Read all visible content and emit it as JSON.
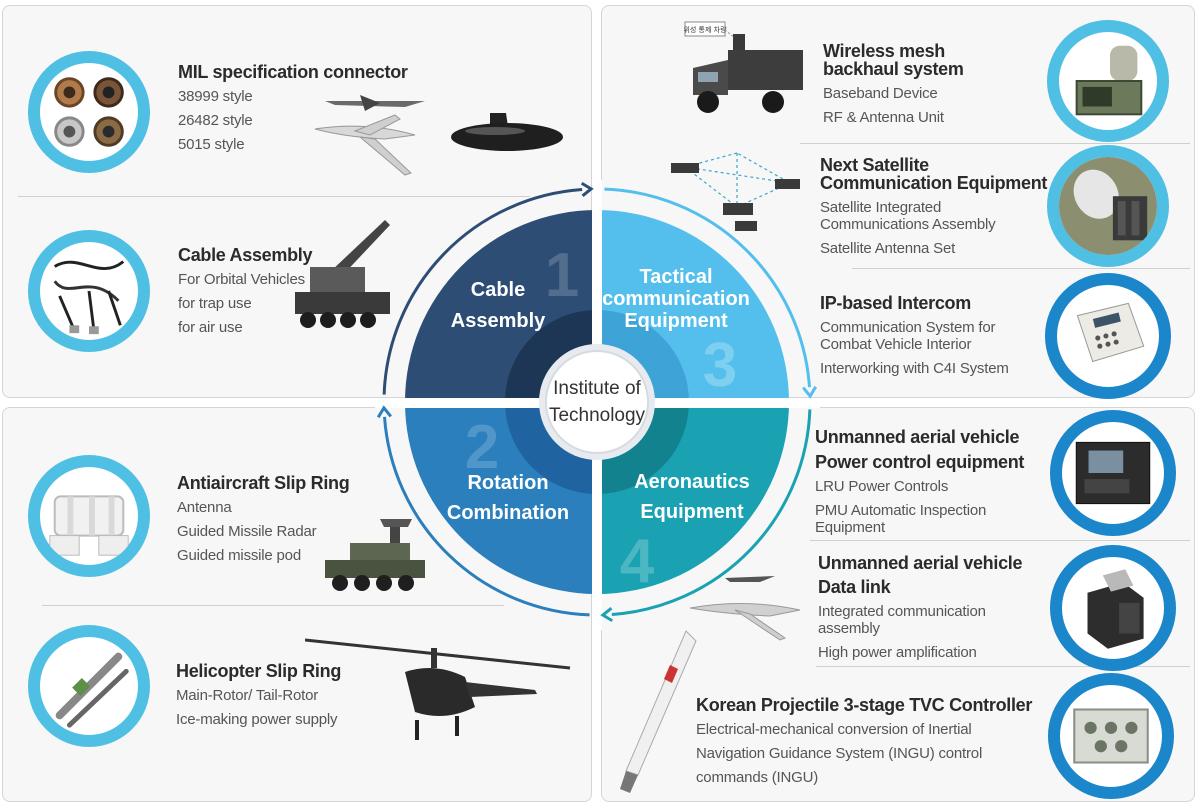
{
  "colors": {
    "cable": "#2d4d74",
    "rotation": "#2b7fbc",
    "tactical": "#54bfec",
    "aero": "#1aa2b3",
    "ring_light": "#4fc0e3",
    "ring_dark": "#1b86c9"
  },
  "hub": {
    "center": [
      "Institute of",
      "Technology"
    ],
    "quadrants": [
      {
        "id": "cable",
        "label": [
          "Cable",
          "Assembly"
        ],
        "number": "1"
      },
      {
        "id": "tactical",
        "label": [
          "Tactical",
          "communication",
          "Equipment"
        ],
        "number": "3"
      },
      {
        "id": "rotation",
        "label": [
          "Rotation",
          "Combination"
        ],
        "number": "2"
      },
      {
        "id": "aero",
        "label": [
          "Aeronautics",
          "Equipment"
        ],
        "number": "4"
      }
    ]
  },
  "items": {
    "mil": {
      "title": "MIL specification connector",
      "lines": [
        "38999 style",
        "26482 style",
        "5015 style"
      ],
      "icon": "connector-icon"
    },
    "cable_asm": {
      "title": "Cable Assembly",
      "lines": [
        "For Orbital Vehicles",
        "for trap use",
        "for air use"
      ],
      "icon": "cable-harness-icon"
    },
    "antiair": {
      "title": "Antiaircraft Slip Ring",
      "lines": [
        "Antenna",
        "Guided Missile Radar",
        "Guided missile pod"
      ],
      "icon": "slip-ring-icon"
    },
    "heli": {
      "title": "Helicopter Slip Ring",
      "lines": [
        "Main-Rotor/ Tail-Rotor",
        "Ice-making power supply"
      ],
      "icon": "rotor-shaft-icon"
    },
    "mesh": {
      "title": [
        "Wireless mesh",
        "backhaul system"
      ],
      "lines": [
        "Baseband Device",
        "RF & Antenna Unit"
      ],
      "icon": "radio-unit-icon"
    },
    "sat": {
      "title": [
        "Next Satellite",
        "Communication Equipment"
      ],
      "lines": [
        "Satellite Integrated",
        "Communications Assembly",
        "Satellite Antenna Set"
      ],
      "icon": "satellite-dish-icon"
    },
    "intercom": {
      "title": "IP-based Intercom",
      "lines": [
        "Communication System for",
        "Combat Vehicle Interior",
        "Interworking with C4I System"
      ],
      "icon": "intercom-panel-icon"
    },
    "uav_power": {
      "title": [
        "Unmanned aerial vehicle",
        "Power control equipment"
      ],
      "lines": [
        "LRU Power Controls",
        "PMU Automatic Inspection",
        "Equipment"
      ],
      "icon": "rugged-laptop-icon"
    },
    "uav_link": {
      "title": [
        "Unmanned aerial vehicle",
        "Data link"
      ],
      "lines": [
        "Integrated communication",
        "assembly",
        "High power amplification"
      ],
      "icon": "datalink-module-icon"
    },
    "tvc": {
      "title": "Korean Projectile 3-stage TVC Controller",
      "lines": [
        "Electrical-mechanical conversion of Inertial",
        "Navigation Guidance System (INGU) control",
        "commands (INGU)"
      ],
      "icon": "controller-box-icon"
    }
  },
  "truck_sign": "위성 통제 차량"
}
